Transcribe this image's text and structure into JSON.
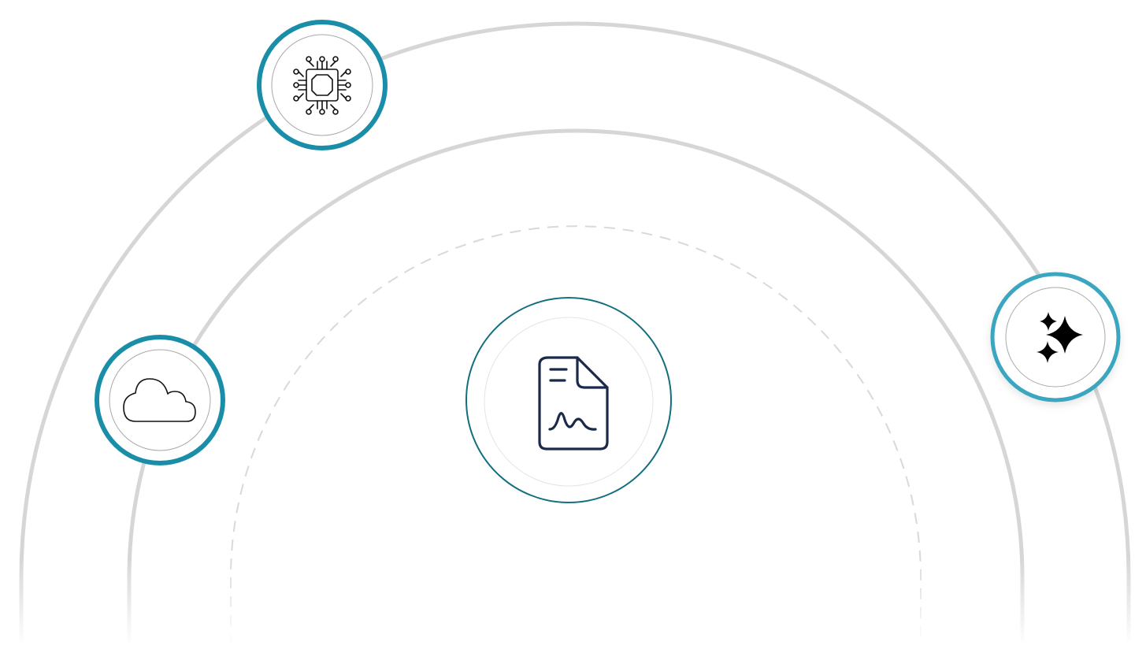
{
  "diagram": {
    "center_node": {
      "icon": "document-waveform-icon"
    },
    "orbit_nodes": [
      {
        "id": "processor",
        "icon": "microchip-icon"
      },
      {
        "id": "cloud",
        "icon": "cloud-icon"
      },
      {
        "id": "ai",
        "icon": "sparkles-icon"
      }
    ]
  },
  "colors": {
    "orbit_line": "#d6d6d6",
    "orbit_dashed": "#d9d9d9",
    "node_ring": "#1a8ea8",
    "node_ring_light": "#3aa6bf",
    "center_ring": "#136f80",
    "inner_ring": "#a9a9a9",
    "center_icon": "#1b2a4a"
  }
}
